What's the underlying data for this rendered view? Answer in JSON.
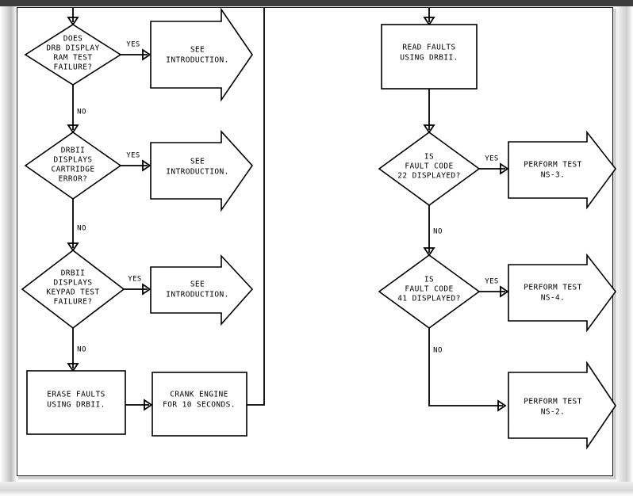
{
  "document": {
    "type": "troubleshooting-flowchart",
    "background_color": "#ffffff",
    "line_color": "#000000",
    "frame_color": "#3c3c3c"
  },
  "edge_labels": {
    "yes": "YES",
    "no": "NO"
  },
  "left_column": {
    "decisions": [
      {
        "id": "d1",
        "lines": [
          "DOES",
          "DRB DISPLAY",
          "RAM TEST",
          "FAILURE?"
        ],
        "yes_label": "YES",
        "no_label": "NO"
      },
      {
        "id": "d2",
        "lines": [
          "DRBII",
          "DISPLAYS",
          "CARTRIDGE",
          "ERROR?"
        ],
        "yes_label": "YES",
        "no_label": "NO"
      },
      {
        "id": "d3",
        "lines": [
          "DRBII",
          "DISPLAYS",
          "KEYPAD TEST",
          "FAILURE?"
        ],
        "yes_label": "YES",
        "no_label": "NO"
      }
    ],
    "outcomes": [
      {
        "id": "o1",
        "lines": [
          "SEE",
          "INTRODUCTION."
        ]
      },
      {
        "id": "o2",
        "lines": [
          "SEE",
          "INTRODUCTION."
        ]
      },
      {
        "id": "o3",
        "lines": [
          "SEE",
          "INTRODUCTION."
        ]
      }
    ],
    "processes": [
      {
        "id": "p1",
        "lines": [
          "ERASE FAULTS",
          "USING DRBII."
        ]
      },
      {
        "id": "p2",
        "lines": [
          "CRANK ENGINE",
          "FOR 10 SECONDS."
        ]
      }
    ]
  },
  "right_column": {
    "processes": [
      {
        "id": "rp1",
        "lines": [
          "READ FAULTS",
          "USING DRBII."
        ]
      }
    ],
    "decisions": [
      {
        "id": "rd1",
        "lines": [
          "IS",
          "FAULT CODE",
          "22 DISPLAYED?"
        ],
        "yes_label": "YES",
        "no_label": "NO"
      },
      {
        "id": "rd2",
        "lines": [
          "IS",
          "FAULT CODE",
          "41 DISPLAYED?"
        ],
        "yes_label": "YES",
        "no_label": "NO"
      }
    ],
    "outcomes": [
      {
        "id": "ro1",
        "lines": [
          "PERFORM TEST",
          "NS-3."
        ]
      },
      {
        "id": "ro2",
        "lines": [
          "PERFORM TEST",
          "NS-4."
        ]
      },
      {
        "id": "ro3",
        "lines": [
          "PERFORM TEST",
          "NS-2."
        ]
      }
    ]
  }
}
